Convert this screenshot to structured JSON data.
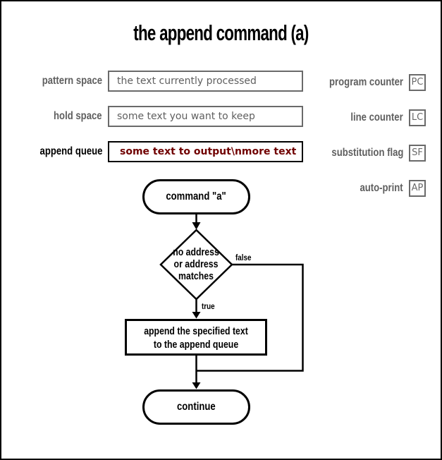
{
  "title": "the append command (a)",
  "colors": {
    "gray": "#5f5f5f",
    "maroon": "#700000",
    "line": "#000000"
  },
  "state_rows": [
    {
      "label": "pattern space",
      "value": "the text currently processed"
    },
    {
      "label": "hold space",
      "value": "some text you want to keep"
    },
    {
      "label": "append queue",
      "value": "some text to output\\nmore text"
    }
  ],
  "registers": [
    {
      "label": "program counter",
      "abbr": "PC"
    },
    {
      "label": "line counter",
      "abbr": "LC"
    },
    {
      "label": "substitution flag",
      "abbr": "SF"
    },
    {
      "label": "auto-print",
      "abbr": "AP"
    }
  ],
  "flowchart": {
    "start": "command \"a\"",
    "decision": {
      "line1": "no address",
      "line2": "or address",
      "line3": "matches"
    },
    "false_label": "false",
    "true_label": "true",
    "process": {
      "line1": "append the specified text",
      "line2": "to the append queue"
    },
    "end": "continue"
  }
}
